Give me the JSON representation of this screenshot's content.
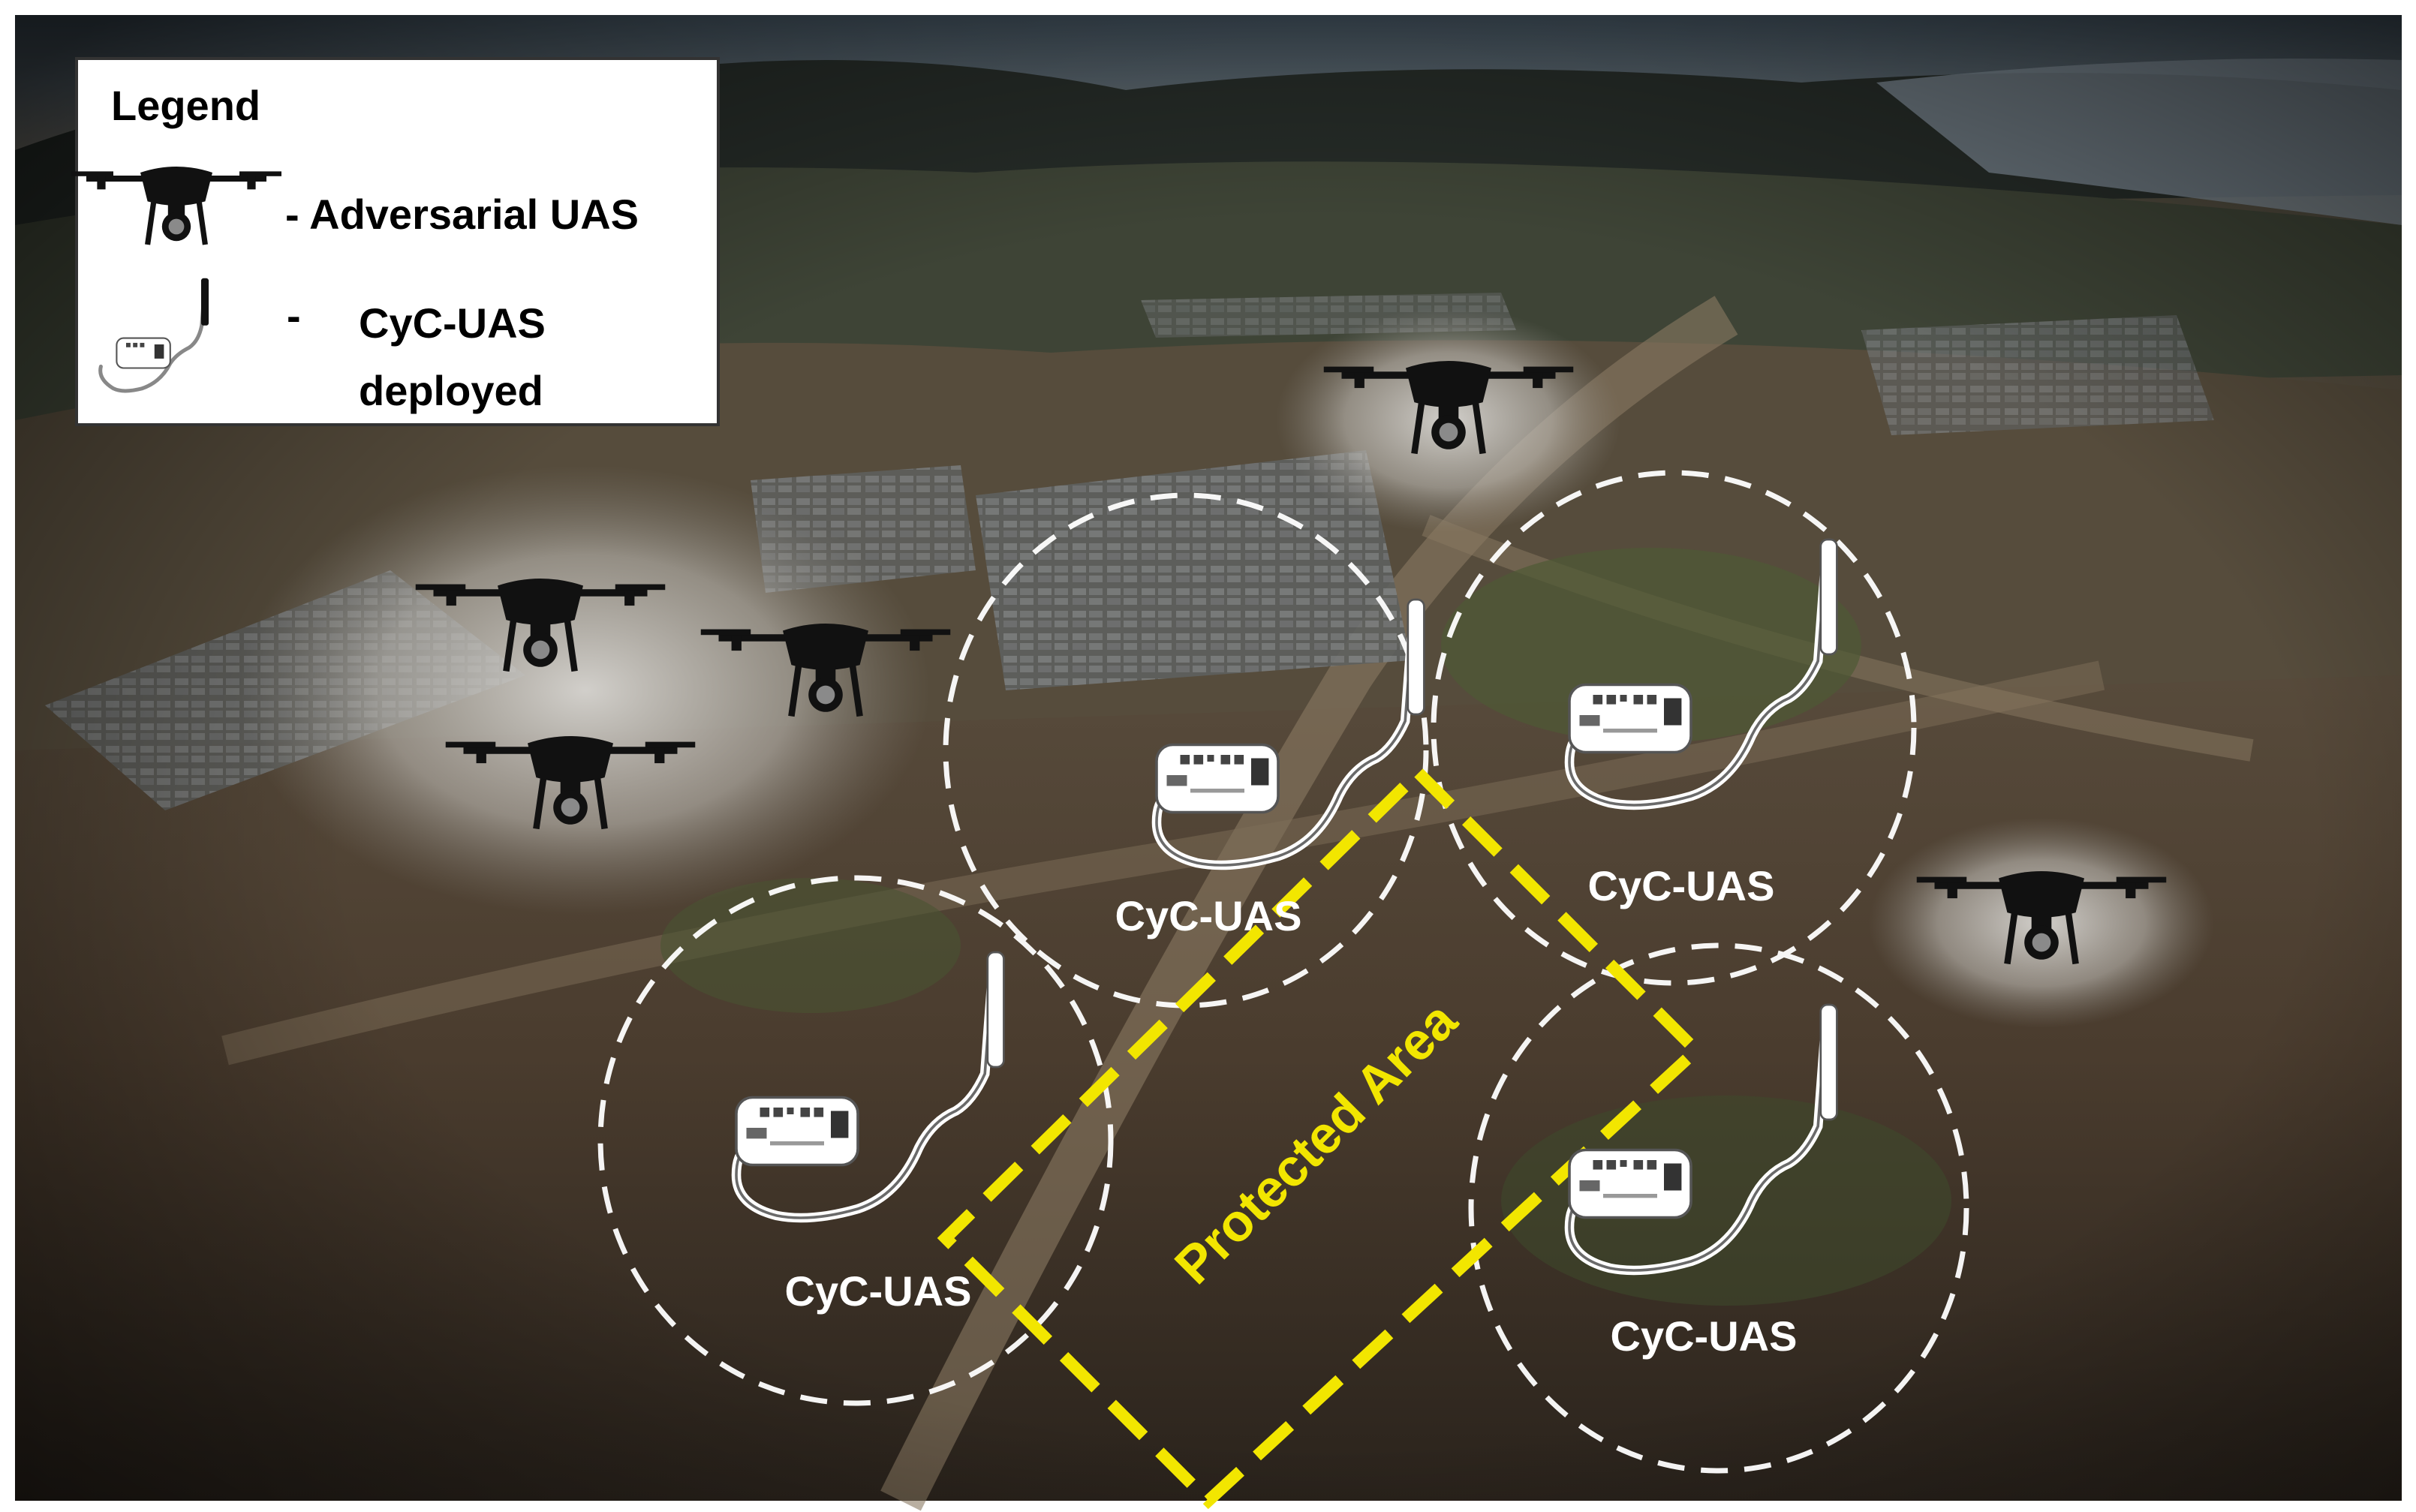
{
  "legend": {
    "title": "Legend",
    "adversarial_label": "- Adversarial UAS",
    "cyc_dash": "-",
    "cyc_label_line1": "CyC-UAS",
    "cyc_label_line2": "deployed"
  },
  "protected_area": {
    "label": "Protected Area",
    "color": "#f2e600"
  },
  "cyc_units": [
    {
      "label": "CyC-UAS"
    },
    {
      "label": "CyC-UAS"
    },
    {
      "label": "CyC-UAS"
    },
    {
      "label": "CyC-UAS"
    }
  ],
  "icons": {
    "adversarial": "drone-icon",
    "cyc_device": "cyc-device-icon"
  },
  "colors": {
    "zone_circle": "#ffffff",
    "protected_area": "#f2e600",
    "legend_background": "#ffffff",
    "ground": "#5a4a38"
  }
}
